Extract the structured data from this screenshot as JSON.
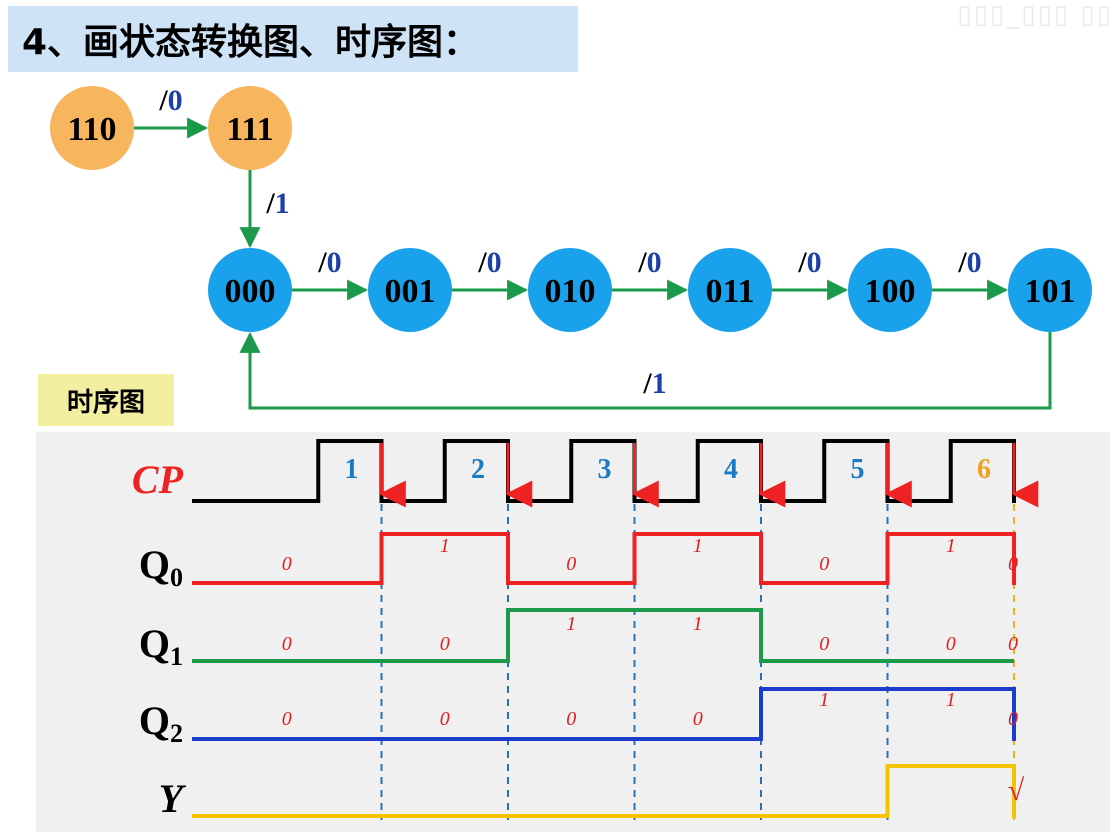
{
  "title": "4、画状态转换图、时序图：",
  "timing_label": "时序图",
  "state_diagram": {
    "initial_states": [
      {
        "name": "110",
        "color": "#f7b55e"
      },
      {
        "name": "111",
        "color": "#f7b55e"
      }
    ],
    "cycle_states": [
      "000",
      "001",
      "010",
      "011",
      "100",
      "101"
    ],
    "cycle_color": "#1aa1ec",
    "transitions": [
      {
        "from": "110",
        "to": "111",
        "slash": "/",
        "output": "0"
      },
      {
        "from": "111",
        "to": "000",
        "slash": "/",
        "output": "1"
      },
      {
        "from": "000",
        "to": "001",
        "slash": "/",
        "output": "0"
      },
      {
        "from": "001",
        "to": "010",
        "slash": "/",
        "output": "0"
      },
      {
        "from": "010",
        "to": "011",
        "slash": "/",
        "output": "0"
      },
      {
        "from": "011",
        "to": "100",
        "slash": "/",
        "output": "0"
      },
      {
        "from": "100",
        "to": "101",
        "slash": "/",
        "output": "0"
      },
      {
        "from": "101",
        "to": "000",
        "slash": "/",
        "output": "1"
      }
    ],
    "arrow_color": "#1a9a4a",
    "output_color": "#1e3ea8"
  },
  "timing": {
    "signals": [
      {
        "id": "cp",
        "label": "CP",
        "color": "#000000",
        "label_color": "#ee2222"
      },
      {
        "id": "q0",
        "label": "Q",
        "sub": "0",
        "color": "#ee2222",
        "values": [
          0,
          1,
          0,
          1,
          0,
          1,
          0
        ]
      },
      {
        "id": "q1",
        "label": "Q",
        "sub": "1",
        "color": "#1a9a4a",
        "values": [
          0,
          0,
          1,
          1,
          0,
          0,
          0
        ]
      },
      {
        "id": "q2",
        "label": "Q",
        "sub": "2",
        "color": "#1c3ccc",
        "values": [
          0,
          0,
          0,
          0,
          1,
          1,
          0
        ]
      },
      {
        "id": "y",
        "label": "Y",
        "color": "#f5c400",
        "values": [
          0,
          0,
          0,
          0,
          0,
          1,
          0
        ]
      }
    ],
    "pulse_numbers": [
      "1",
      "2",
      "3",
      "4",
      "5",
      "6"
    ],
    "pulse_number_color": "#1a7ac4",
    "last_pulse_number_color": "#f0a020",
    "falling_edge_arrow_color": "#ee2222",
    "handwritten": {
      "q0": [
        "0",
        "1",
        "0",
        "1",
        "0",
        "1",
        "0"
      ],
      "q1": [
        "0",
        "0",
        "1",
        "1",
        "0",
        "0",
        "0"
      ],
      "q2": [
        "0",
        "0",
        "0",
        "0",
        "1",
        "1",
        "0"
      ],
      "y_mark": "√"
    },
    "handwriting_color": "#e02020"
  }
}
